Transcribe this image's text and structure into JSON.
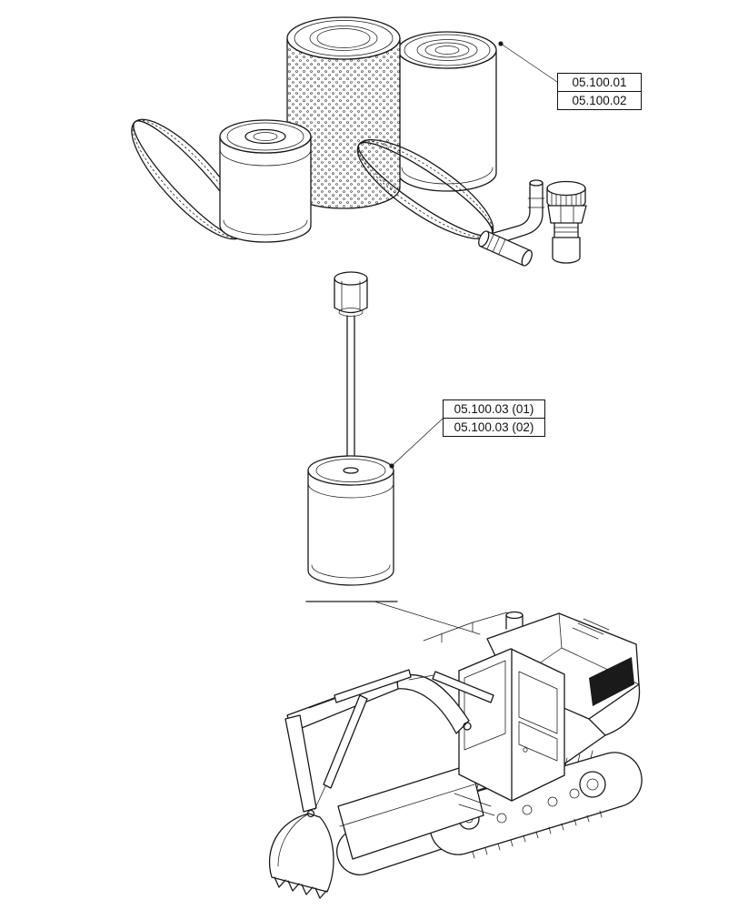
{
  "page": {
    "background_color": "#ffffff",
    "line_color": "#1a1a1a"
  },
  "callouts": {
    "top_group": {
      "labels": [
        "05.100.01",
        "05.100.02"
      ]
    },
    "middle_group": {
      "labels": [
        "05.100.03 (01)",
        "05.100.03 (02)"
      ]
    }
  },
  "figures": {
    "top": "engine-filters-belts-and-fittings",
    "middle": "air-filter-cartridge-with-rod",
    "bottom": "crawler-excavator"
  }
}
